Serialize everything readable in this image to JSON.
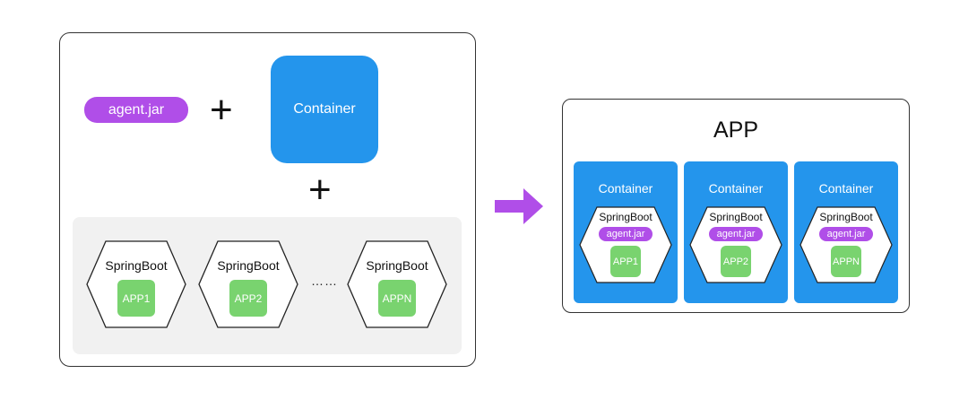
{
  "left": {
    "agent_label": "agent.jar",
    "plus_symbol": "+",
    "container_label": "Container",
    "springboot_apps": [
      {
        "framework": "SpringBoot",
        "app": "APP1"
      },
      {
        "framework": "SpringBoot",
        "app": "APP2"
      },
      {
        "framework": "SpringBoot",
        "app": "APPN"
      }
    ],
    "ellipsis": "……"
  },
  "arrow": {
    "icon": "arrow-right-icon",
    "color": "#b04ee8"
  },
  "right": {
    "title": "APP",
    "containers": [
      {
        "label": "Container",
        "framework": "SpringBoot",
        "agent": "agent.jar",
        "app": "APP1"
      },
      {
        "label": "Container",
        "framework": "SpringBoot",
        "agent": "agent.jar",
        "app": "APP2"
      },
      {
        "label": "Container",
        "framework": "SpringBoot",
        "agent": "agent.jar",
        "app": "APPN"
      }
    ]
  },
  "colors": {
    "agent_purple": "#b04ee8",
    "container_blue": "#2495ec",
    "app_green": "#79d36f",
    "panel_gray": "#f1f1f1"
  }
}
